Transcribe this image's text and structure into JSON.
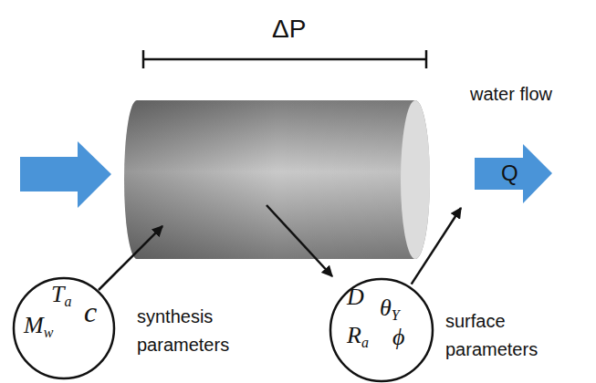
{
  "diagram": {
    "nodes": [
      {
        "text": [
          "water flow",
          "Q"
        ]
      },
      {
        "text": [
          "Ta",
          "Mw",
          "c",
          "synthesis parameters"
        ]
      },
      {
        "text": [
          "D",
          "θY",
          "Ra",
          "ϕ",
          "surface parameters"
        ]
      }
    ],
    "edges": [
      {
        "from": 2,
        "to": 0,
        "arrow": "to"
      }
    ],
    "labels": [
      "ΔP"
    ]
  }
}
